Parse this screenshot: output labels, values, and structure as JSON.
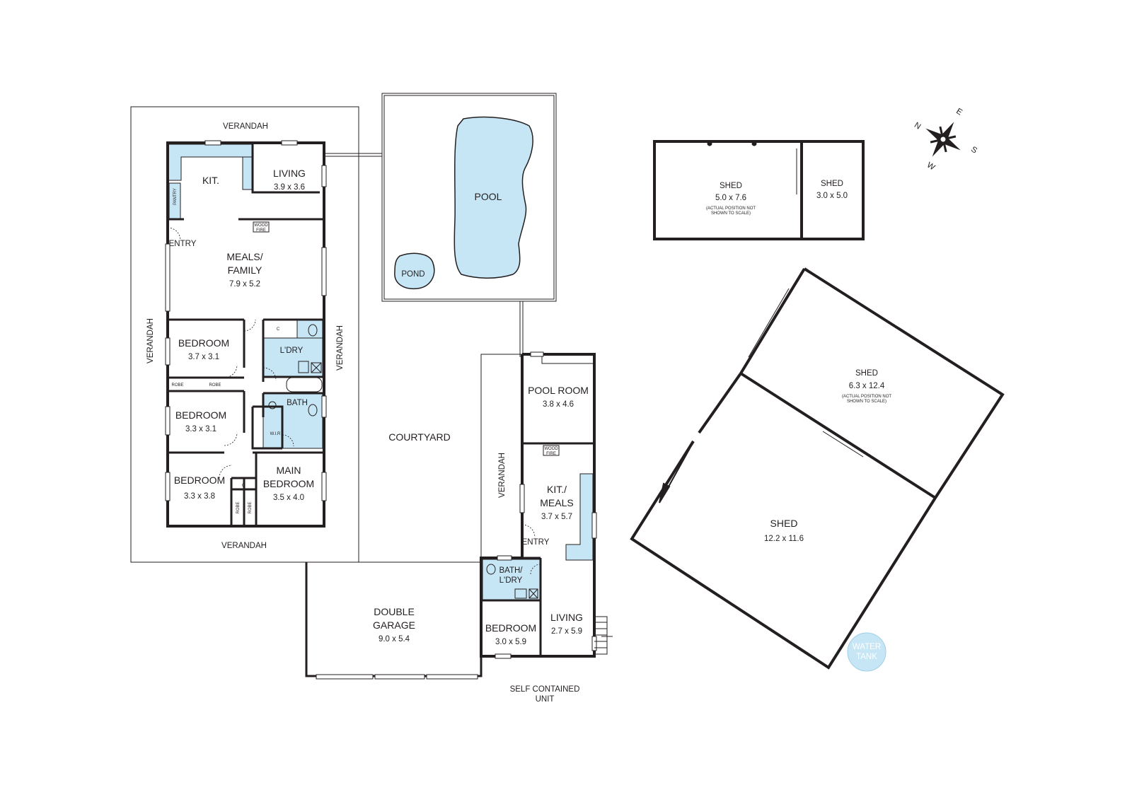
{
  "house": {
    "verandah_top": "VERANDAH",
    "verandah_bottom": "VERANDAH",
    "verandah_left": "VERANDAH",
    "verandah_right": "VERANDAH",
    "kitchen": "KIT.",
    "pantry": "PANTRY",
    "living": {
      "name": "LIVING",
      "size": "3.9 x 3.6"
    },
    "wood_fire": [
      "WOOD",
      "FIRE"
    ],
    "entry": "ENTRY",
    "meals_family": {
      "line1": "MEALS/",
      "line2": "FAMILY",
      "size": "7.9 x 5.2"
    },
    "bedroom_1": {
      "name": "BEDROOM",
      "size": "3.7 x 3.1"
    },
    "bedroom_2": {
      "name": "BEDROOM",
      "size": "3.3 x 3.1"
    },
    "bedroom_3": {
      "name": "BEDROOM",
      "size": "3.3 x 3.8"
    },
    "main_bedroom": {
      "line1": "MAIN",
      "line2": "BEDROOM",
      "size": "3.5 x 4.0"
    },
    "laundry": "L'DRY",
    "bath": "BATH",
    "wir": "W.I.R",
    "robe": "ROBE",
    "cupboard": "C"
  },
  "pool_area": {
    "pool": "POOL",
    "pond": "POND"
  },
  "courtyard": "COURTYARD",
  "garage": {
    "line1": "DOUBLE",
    "line2": "GARAGE",
    "size": "9.0 x 5.4"
  },
  "unit": {
    "verandah": "VERANDAH",
    "pool_room": {
      "name": "POOL ROOM",
      "size": "3.8 x 4.6"
    },
    "kit_meals": {
      "line1": "KIT./",
      "line2": "MEALS",
      "size": "3.7 x 5.7"
    },
    "wood_fire": [
      "WOOD",
      "FIRE"
    ],
    "entry": "ENTRY",
    "bath_ldry": {
      "line1": "BATH/",
      "line2": "L'DRY"
    },
    "bedroom": {
      "name": "BEDROOM",
      "size": "3.0 x 5.9"
    },
    "living": {
      "name": "LIVING",
      "size": "2.7 x 5.9"
    },
    "caption_line1": "SELF CONTAINED",
    "caption_line2": "UNIT"
  },
  "sheds": {
    "small_a": {
      "name": "SHED",
      "size": "5.0 x 7.6",
      "note1": "(ACTUAL POSITION NOT",
      "note2": "SHOWN TO SCALE)"
    },
    "small_b": {
      "name": "SHED",
      "size": "3.0 x 5.0"
    },
    "large_a": {
      "name": "SHED",
      "size": "6.3 x 12.4",
      "note1": "(ACTUAL POSITION NOT",
      "note2": "SHOWN TO SCALE)"
    },
    "large_b": {
      "name": "SHED",
      "size": "12.2 x 11.6"
    }
  },
  "water_tank": {
    "line1": "WATER",
    "line2": "TANK"
  },
  "compass": {
    "n": "N",
    "e": "E",
    "s": "S",
    "w": "W"
  },
  "colors": {
    "wet_area": "#c7e6f5",
    "line": "#231f20"
  }
}
